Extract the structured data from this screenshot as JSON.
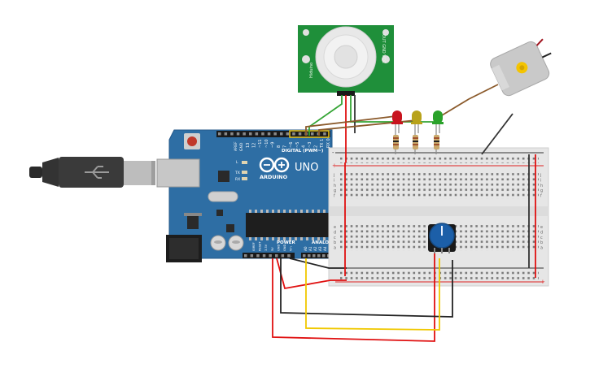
{
  "arduino": {
    "brand": "ARDUINO",
    "model": "UNO",
    "digital_label": "DIGITAL (PWM~)",
    "power_label": "POWER",
    "analog_label": "ANALOG IN",
    "aref": "AREF",
    "gnd": "GND",
    "led_l": "L",
    "tx": "TX",
    "rx": "RX",
    "digital_pins": [
      "13",
      "12",
      "~11",
      "~10",
      "~9",
      "8",
      "7",
      "~6",
      "~5",
      "4",
      "~3",
      "2",
      "TX 1",
      "RX 0"
    ],
    "power_pins": [
      "IOREF",
      "RESET",
      "3.3V",
      "5V",
      "GND",
      "GND",
      "Vin"
    ],
    "analog_pins": [
      "A0",
      "A1",
      "A2",
      "A3",
      "A4",
      "A5"
    ]
  },
  "pir_sensor": {
    "left_text": "Hiduino",
    "right_text": "OUT GND VCC"
  },
  "breadboard": {
    "row_letters_top": [
      "j",
      "i",
      "h",
      "g",
      "f"
    ],
    "row_letters_bottom": [
      "e",
      "d",
      "c",
      "b",
      "a"
    ],
    "plus": "+",
    "minus": "-"
  },
  "leds": [
    {
      "color_name": "red",
      "color": "#c8141e"
    },
    {
      "color_name": "yellow",
      "color": "#b8a21a"
    },
    {
      "color_name": "green",
      "color": "#2aa22a"
    }
  ],
  "colors": {
    "board": "#2e6ea4",
    "pcb_green": "#1f8f3a",
    "breadboard": "#e6e6e6",
    "wire_red": "#e01010",
    "wire_black": "#222222",
    "wire_yellow": "#f0c800",
    "wire_brown": "#8b5a2b",
    "wire_green": "#35a535",
    "pot_knob": "#1c5fa8"
  }
}
